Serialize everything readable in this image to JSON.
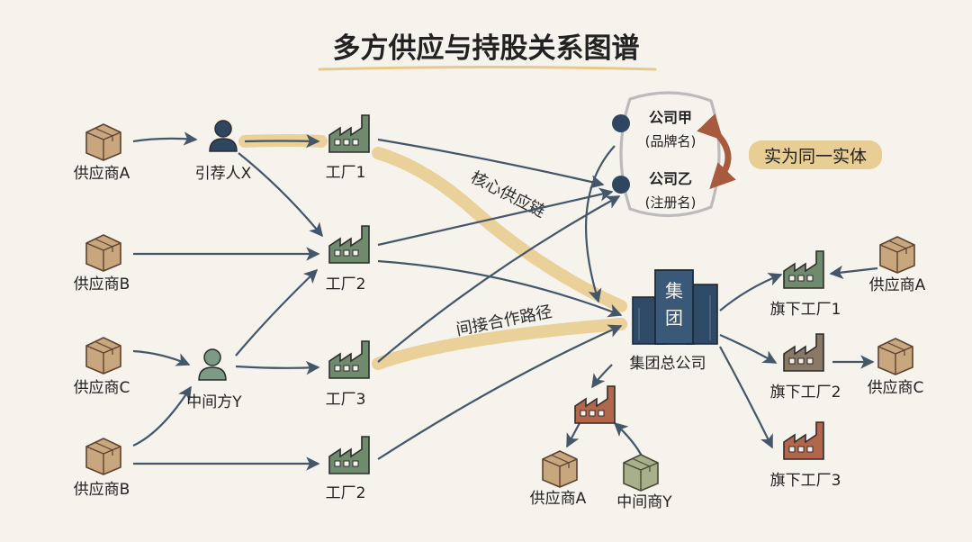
{
  "title": "多方供应与持股关系图谱",
  "colors": {
    "background": "#f6f3ec",
    "arrow": "#44566a",
    "highlight": "#e7c98b",
    "box": "#c9a77e",
    "person_blue": "#2f4660",
    "person_green": "#7c9a84",
    "factory_green": "#6f8a6c",
    "factory_brown": "#8a7866",
    "factory_red": "#b2674d",
    "hq": "#2e4a67",
    "swap_arrow": "#a85a3e"
  },
  "left": {
    "suppliers": [
      "供应商A",
      "供应商B",
      "供应商C",
      "供应商B"
    ],
    "referrer": "引荐人X",
    "intermediary": "中间方Y",
    "factories": [
      "工厂1",
      "工厂2",
      "工厂3",
      "工厂2"
    ]
  },
  "paths": {
    "core": "核心供应链",
    "indirect": "间接合作路径"
  },
  "entity": {
    "company_a": {
      "name": "公司甲",
      "note": "(品牌名)"
    },
    "company_b": {
      "name": "公司乙",
      "note": "(注册名)"
    },
    "same_entity": "实为同一实体"
  },
  "group": {
    "building_label": [
      "集",
      "团"
    ],
    "hq_label": "集团总公司",
    "sub_factories": [
      "旗下工厂1",
      "旗下工厂2",
      "旗下工厂3"
    ],
    "sub_suppliers": [
      "供应商A",
      "供应商C"
    ],
    "bottom_nodes": [
      "供应商A",
      "中间商Y"
    ]
  }
}
